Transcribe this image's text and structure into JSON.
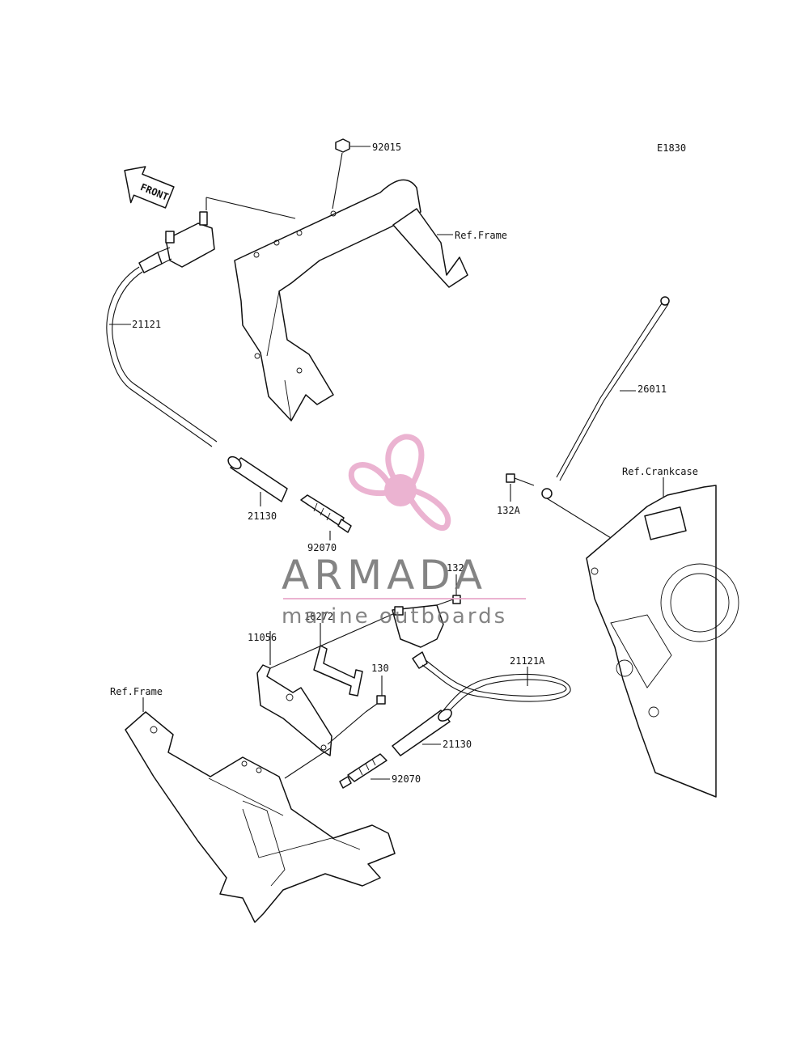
{
  "diagram_code": "E1830",
  "front_arrow": {
    "label": "FRONT"
  },
  "watermark": {
    "title": "ARMADA",
    "subtitle": "marine outboards",
    "accent_color": "#e8a6c9",
    "text_color": "#6f6f6f"
  },
  "parts": {
    "p92015": "92015",
    "ref_frame_top": "Ref.Frame",
    "p21121": "21121",
    "p26011": "26011",
    "ref_crankcase": "Ref.Crankcase",
    "p132A": "132A",
    "p21130_top": "21130",
    "p92070_top": "92070",
    "p132": "132",
    "p16272": "16272",
    "p11056": "11056",
    "p130": "130",
    "p21121A": "21121A",
    "ref_frame_bottom": "Ref.Frame",
    "p21130_bottom": "21130",
    "p92070_bottom": "92070"
  }
}
